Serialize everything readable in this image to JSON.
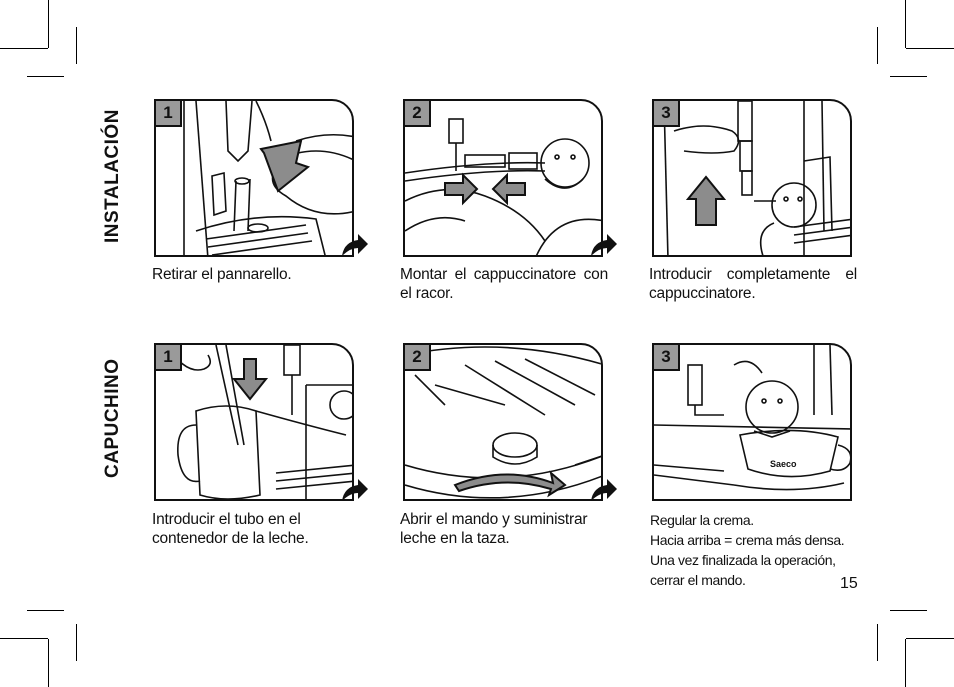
{
  "sections": {
    "installation": "INSTALACIÓN",
    "cappuccino": "CAPUCHINO"
  },
  "installation_steps": [
    {
      "number": "1",
      "caption": "Retirar el pannarello."
    },
    {
      "number": "2",
      "caption": "Montar el cappuccinatore con el racor."
    },
    {
      "number": "3",
      "caption": "Introducir completamente el cappuccinatore."
    }
  ],
  "cappuccino_steps": [
    {
      "number": "1",
      "caption": "Introducir el tubo en el contenedor de la leche."
    },
    {
      "number": "2",
      "caption": "Abrir el mando y suministrar leche en la taza."
    },
    {
      "number": "3",
      "caption_lines": [
        "Regular la crema.",
        "Hacia arriba = crema más densa.",
        "Una vez finalizada la operación,",
        "cerrar el mando."
      ]
    }
  ],
  "brand_on_cup": "Saeco",
  "page_number": "15",
  "colors": {
    "ink": "#111111",
    "step_badge": "#9a9a9a",
    "arrow_fill": "#8c8c8c"
  }
}
